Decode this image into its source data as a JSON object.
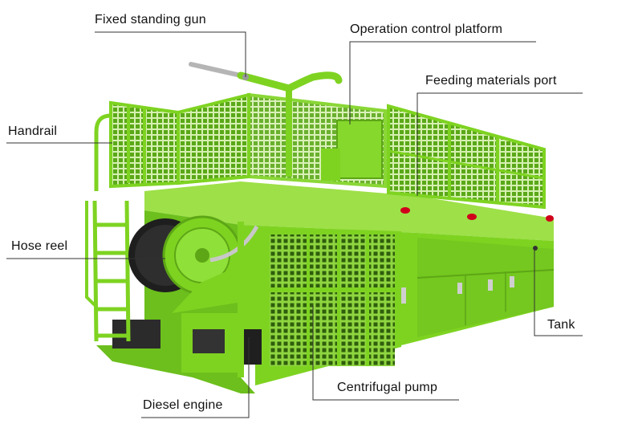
{
  "diagram": {
    "labels": {
      "fixed_standing_gun": "Fixed standing gun",
      "operation_control_platform": "Operation control platform",
      "feeding_materials_port": "Feeding materials port",
      "handrail": "Handrail",
      "hose_reel": "Hose reel",
      "tank": "Tank",
      "centrifugal_pump": "Centrifugal pump",
      "diesel_engine": "Diesel engine"
    },
    "colors": {
      "machine_green": "#7ed321",
      "machine_dark": "#4f9a12",
      "machine_light": "#a6e64a",
      "leader_line": "#333333"
    }
  }
}
